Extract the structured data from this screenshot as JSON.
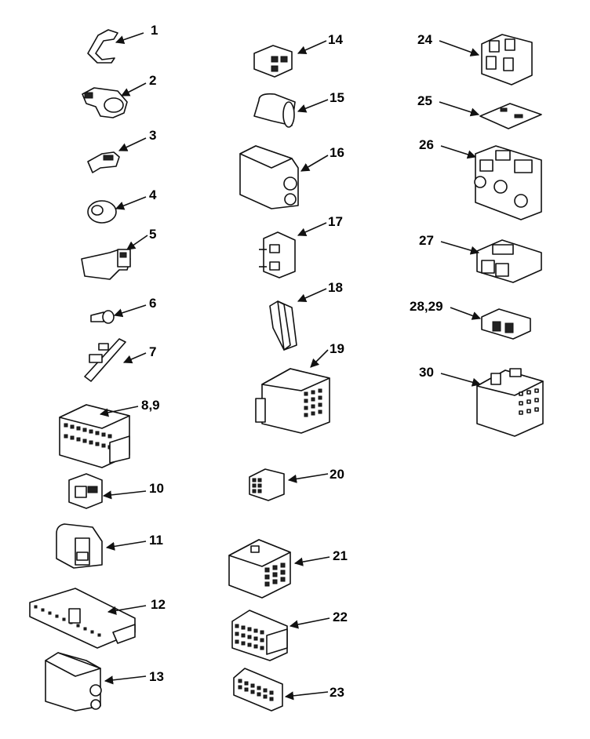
{
  "callouts": [
    {
      "id": "p1",
      "label": "1"
    },
    {
      "id": "p2",
      "label": "2"
    },
    {
      "id": "p3",
      "label": "3"
    },
    {
      "id": "p4",
      "label": "4"
    },
    {
      "id": "p5",
      "label": "5"
    },
    {
      "id": "p6",
      "label": "6"
    },
    {
      "id": "p7",
      "label": "7"
    },
    {
      "id": "p8",
      "label": "8,9"
    },
    {
      "id": "p10",
      "label": "10"
    },
    {
      "id": "p11",
      "label": "11"
    },
    {
      "id": "p12",
      "label": "12"
    },
    {
      "id": "p13",
      "label": "13"
    },
    {
      "id": "p14",
      "label": "14"
    },
    {
      "id": "p15",
      "label": "15"
    },
    {
      "id": "p16",
      "label": "16"
    },
    {
      "id": "p17",
      "label": "17"
    },
    {
      "id": "p18",
      "label": "18"
    },
    {
      "id": "p19",
      "label": "19"
    },
    {
      "id": "p20",
      "label": "20"
    },
    {
      "id": "p21",
      "label": "21"
    },
    {
      "id": "p22",
      "label": "22"
    },
    {
      "id": "p23",
      "label": "23"
    },
    {
      "id": "p24",
      "label": "24"
    },
    {
      "id": "p25",
      "label": "25"
    },
    {
      "id": "p26",
      "label": "26"
    },
    {
      "id": "p27",
      "label": "27"
    },
    {
      "id": "p28",
      "label": "28,29"
    },
    {
      "id": "p30",
      "label": "30"
    }
  ]
}
